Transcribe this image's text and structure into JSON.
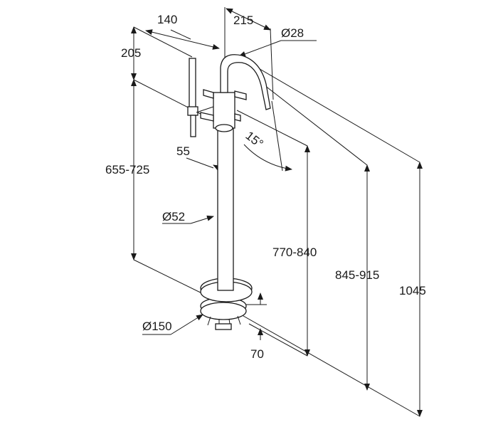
{
  "drawing": {
    "subject": "freestanding bath mixer",
    "dimensions": {
      "d140": "140",
      "d215": "215",
      "d28": "Ø28",
      "d205": "205",
      "d655": "655-725",
      "angle": "15°",
      "d55": "55",
      "d52": "Ø52",
      "d770": "770-840",
      "d845": "845-915",
      "d1045": "1045",
      "d150": "Ø150",
      "d70": "70"
    }
  }
}
